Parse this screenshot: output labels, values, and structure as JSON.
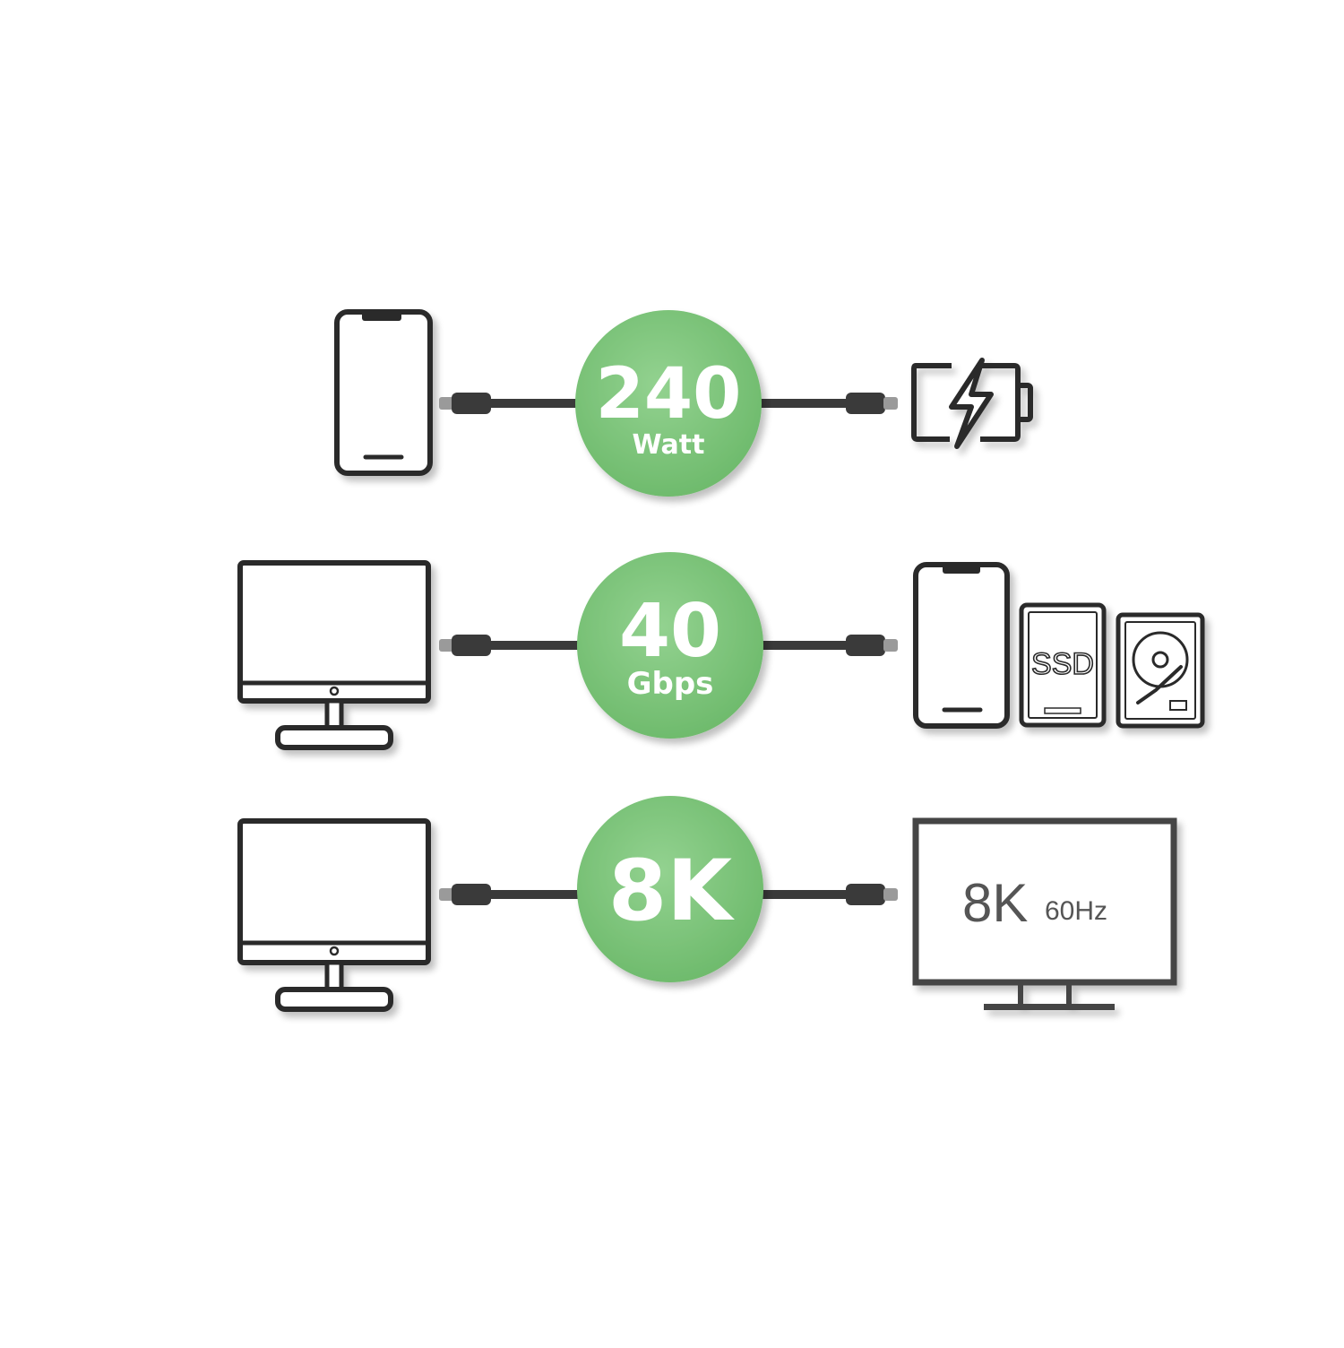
{
  "colors": {
    "badge_green": "#7cc47a",
    "badge_green_light": "#93d290",
    "outline": "#2a2a2a",
    "cable": "#3a3a3a",
    "screen_text": "#555555"
  },
  "rows": [
    {
      "badge": {
        "value": "240",
        "unit": "Watt"
      },
      "source_icon": "smartphone-icon",
      "target_icons": [
        "battery-charging-icon"
      ]
    },
    {
      "badge": {
        "value": "40",
        "unit": "Gbps"
      },
      "source_icon": "desktop-monitor-icon",
      "target_icons": [
        "smartphone-icon",
        "ssd-icon",
        "hard-disk-icon"
      ],
      "ssd_label": "SSD"
    },
    {
      "badge": {
        "value": "8K",
        "unit": ""
      },
      "source_icon": "desktop-monitor-icon",
      "target_icons": [
        "tv-display-icon"
      ],
      "display_text": {
        "main": "8K",
        "sub": "60Hz"
      }
    }
  ]
}
